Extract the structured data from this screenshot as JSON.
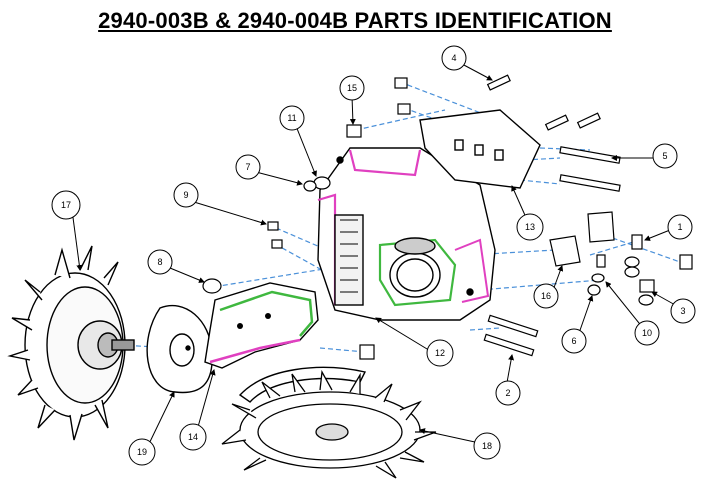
{
  "title": "2940-003B & 2940-004B PARTS IDENTIFICATION",
  "callouts": [
    {
      "id": "c1",
      "label": "1"
    },
    {
      "id": "c2",
      "label": "2"
    },
    {
      "id": "c3",
      "label": "3"
    },
    {
      "id": "c4",
      "label": "4"
    },
    {
      "id": "c5",
      "label": "5"
    },
    {
      "id": "c6",
      "label": "6"
    },
    {
      "id": "c7",
      "label": "7"
    },
    {
      "id": "c8",
      "label": "8"
    },
    {
      "id": "c9",
      "label": "9"
    },
    {
      "id": "c10",
      "label": "10"
    },
    {
      "id": "c11",
      "label": "11"
    },
    {
      "id": "c12",
      "label": "12"
    },
    {
      "id": "c13",
      "label": "13"
    },
    {
      "id": "c14",
      "label": "14"
    },
    {
      "id": "c15",
      "label": "15"
    },
    {
      "id": "c16",
      "label": "16"
    },
    {
      "id": "c17",
      "label": "17"
    },
    {
      "id": "c18",
      "label": "18"
    },
    {
      "id": "c19",
      "label": "19"
    }
  ],
  "colors": {
    "assembly_line": "#4a90d9",
    "highlight_pink": "#e040c0",
    "highlight_green": "#3fb83f",
    "ink": "#000000"
  }
}
